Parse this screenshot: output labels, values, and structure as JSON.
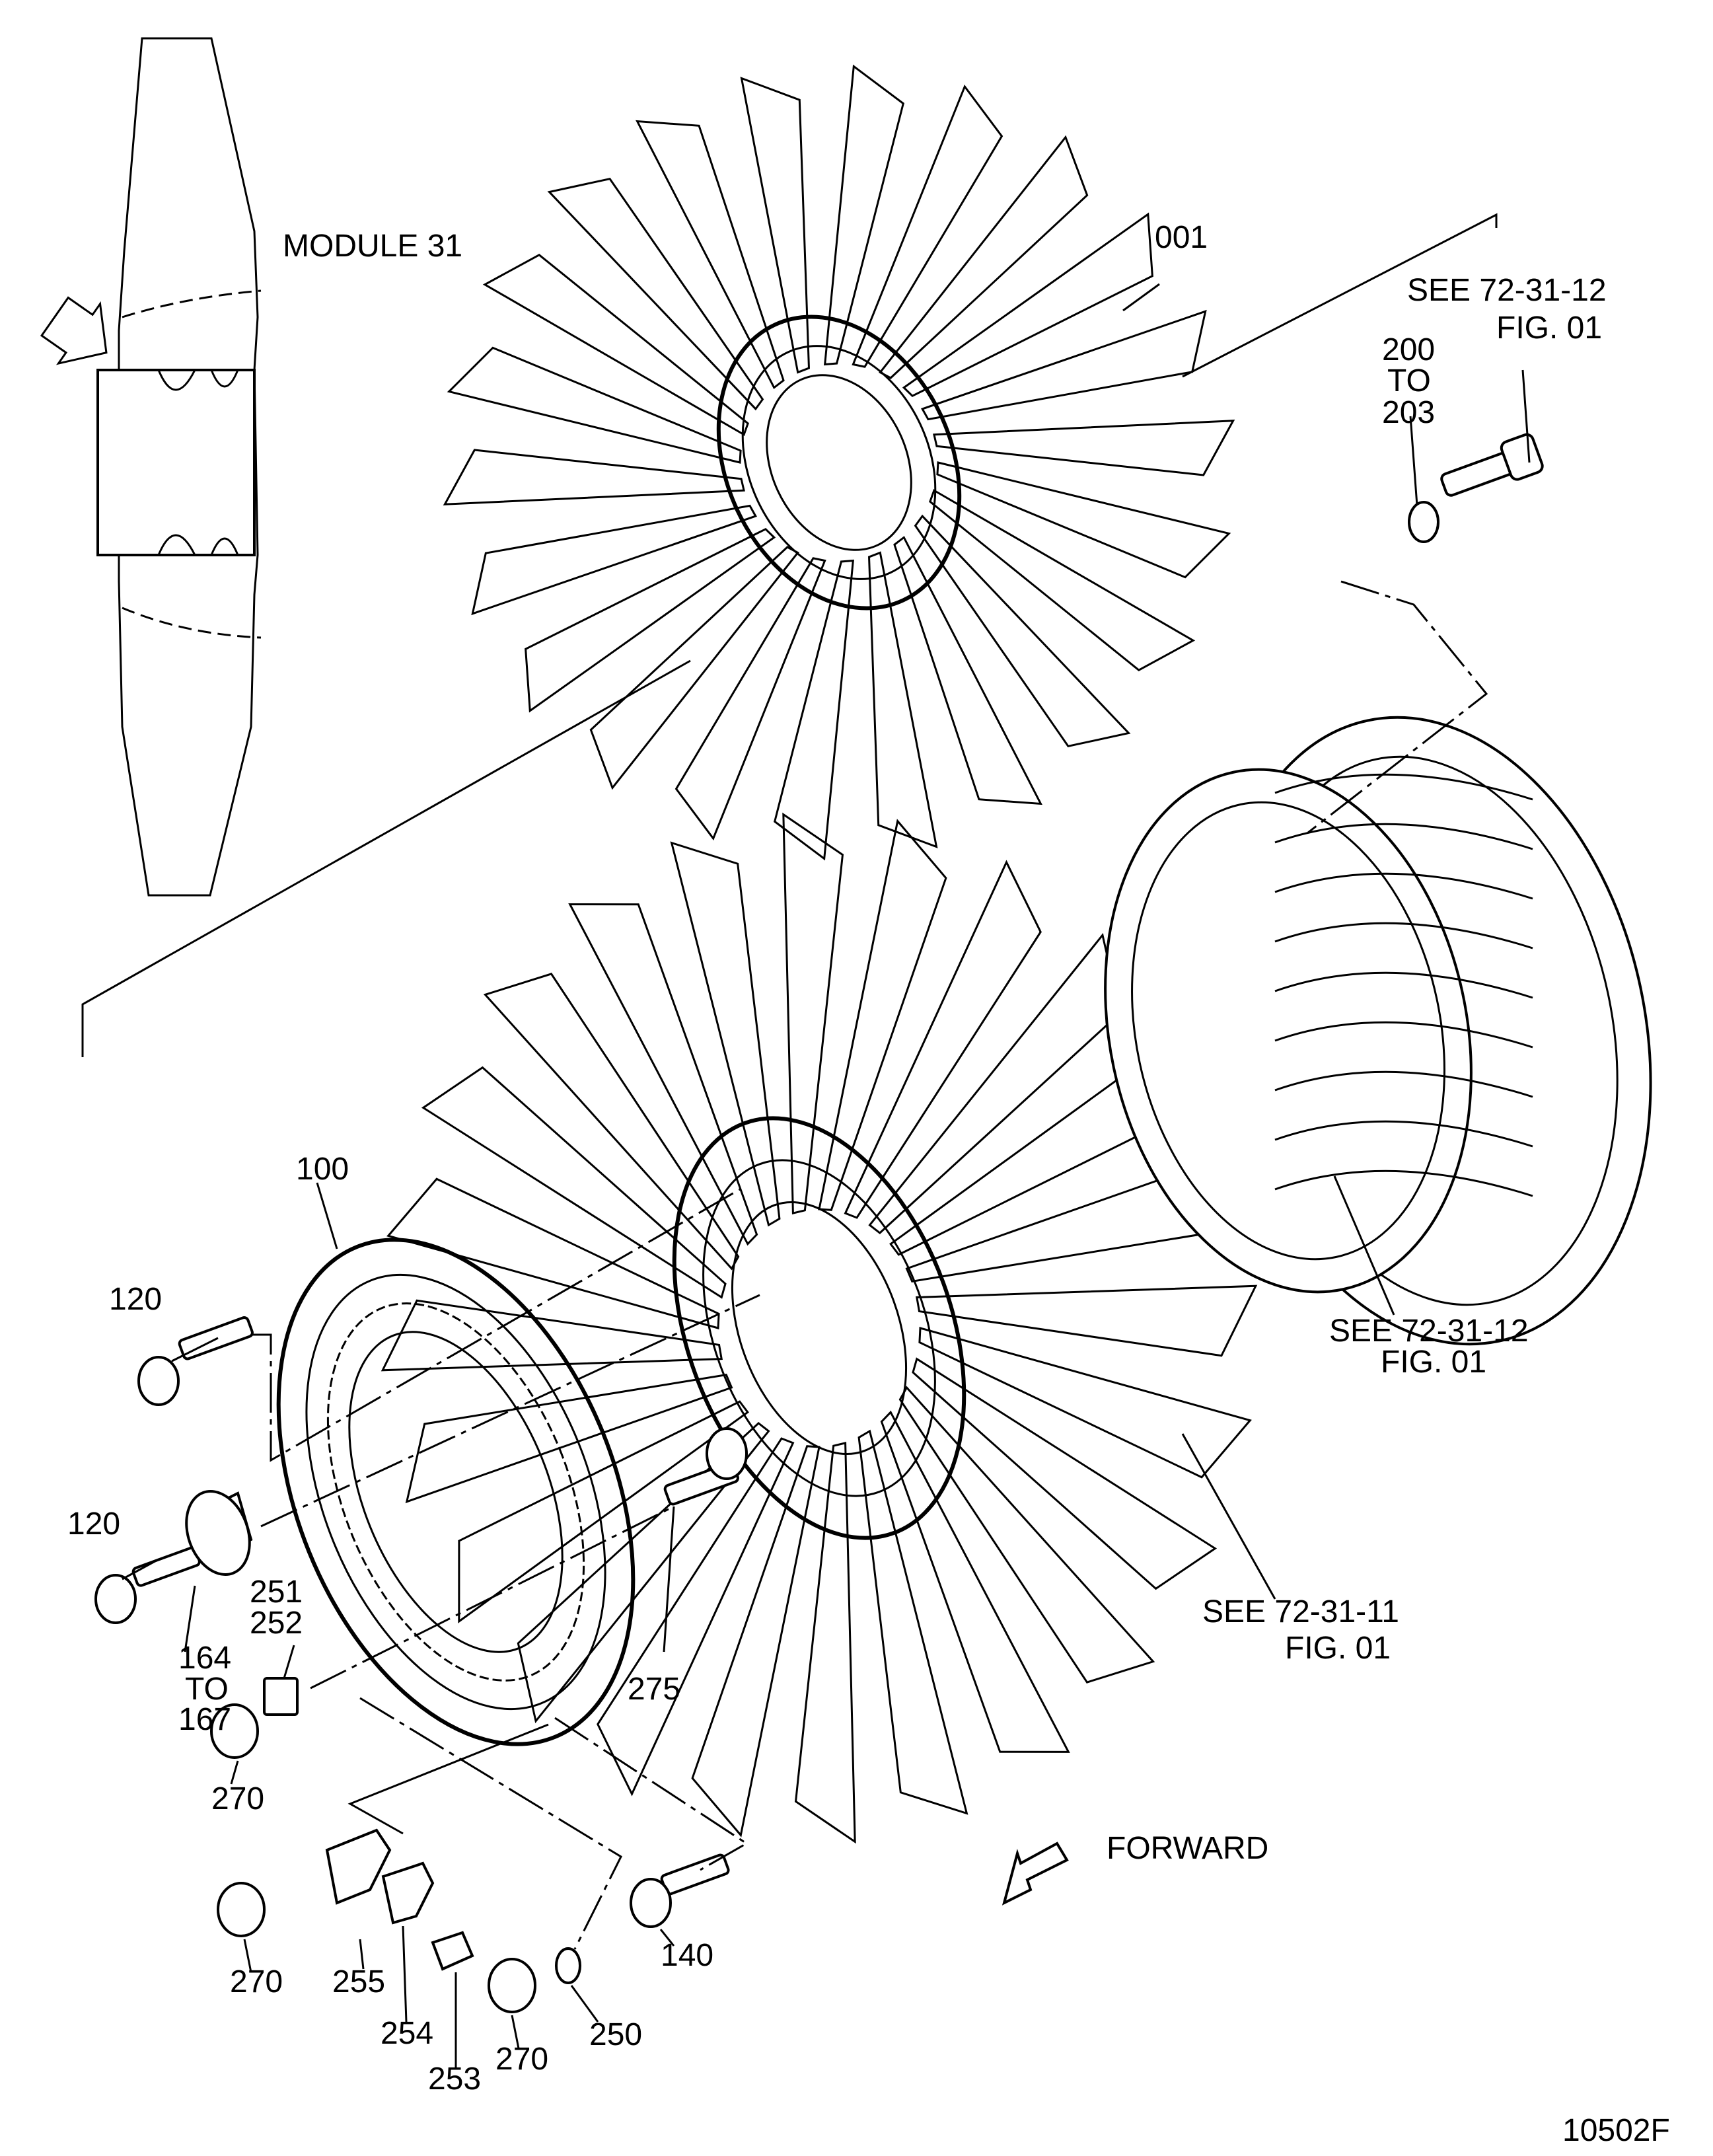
{
  "figure_id": "10502F",
  "module_label": "MODULE 31",
  "direction_label": "FORWARD",
  "references": {
    "top_right": {
      "line1": "SEE  72-31-12",
      "line2": "FIG. 01"
    },
    "hub": {
      "line1": "SEE  72-31-12",
      "line2": "FIG. 01"
    },
    "lower_fan": {
      "line1": "SEE  72-31-11",
      "line2": "FIG. 01"
    }
  },
  "callouts": {
    "fan_blade_set": "001",
    "bolt_range": {
      "from": "200",
      "to_word": "TO",
      "to": "203"
    },
    "disk": "100",
    "bolt_upper": "120",
    "bolt_lower": "120",
    "spacer_range": {
      "from": "164",
      "to_word": "TO",
      "to": "167"
    },
    "clip_a": "251",
    "clip_b": "252",
    "nut_1": "270",
    "bolt_275": "275",
    "nut_2": "270",
    "weight_255": "255",
    "weight_254": "254",
    "weight_253": "253",
    "nut_3": "270",
    "washer_250": "250",
    "bolt_140": "140"
  }
}
